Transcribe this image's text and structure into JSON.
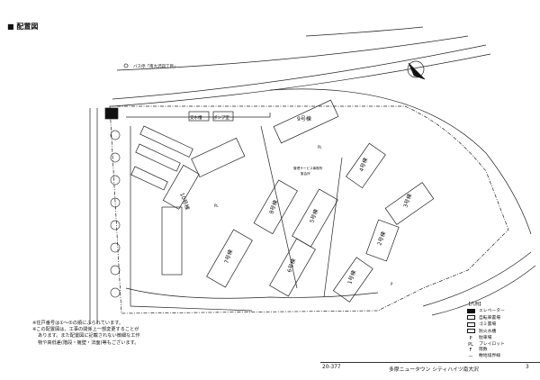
{
  "title": "■ 配置図",
  "plan": {
    "bus_stop": "バス停「南大沢四丁目」",
    "facilities": {
      "water_tank": "受水槽",
      "pump_room": "ポンプ室",
      "office": "管理サービス事務所",
      "meeting_hall": "集会所"
    },
    "buildings": [
      "1号棟",
      "2号棟",
      "3号棟",
      "4号棟",
      "5号棟",
      "6号棟",
      "7号棟",
      "8号棟",
      "9号棟",
      "10号棟"
    ],
    "markers": {
      "parking": "P",
      "playlot": "PL"
    }
  },
  "notes": [
    "※住戸番号は①〜⑤の順にふられています。",
    "※この配置図は、工事の関係上一部変更することが",
    "あります。また配置図に記載されない微細な工作",
    "物や高低差(階段・擁壁・法面)等もございます。"
  ],
  "legend": {
    "title": "【凡例】",
    "items": [
      {
        "symbol": "■",
        "label": "エレベーター"
      },
      {
        "symbol": "▭",
        "label": "自転車置場"
      },
      {
        "symbol": "▭",
        "label": "ゴミ置場"
      },
      {
        "symbol": "▭",
        "label": "防火水槽"
      },
      {
        "symbol": "P",
        "label": "駐車場"
      },
      {
        "symbol": "PL",
        "label": "プレイロット"
      },
      {
        "symbol": "F",
        "label": "階数"
      },
      {
        "symbol": "—",
        "label": "敷地境界線"
      }
    ]
  },
  "footer": {
    "code": "20-377",
    "property": "多摩ニュータウン シティハイツ南大沢",
    "page": "3"
  }
}
